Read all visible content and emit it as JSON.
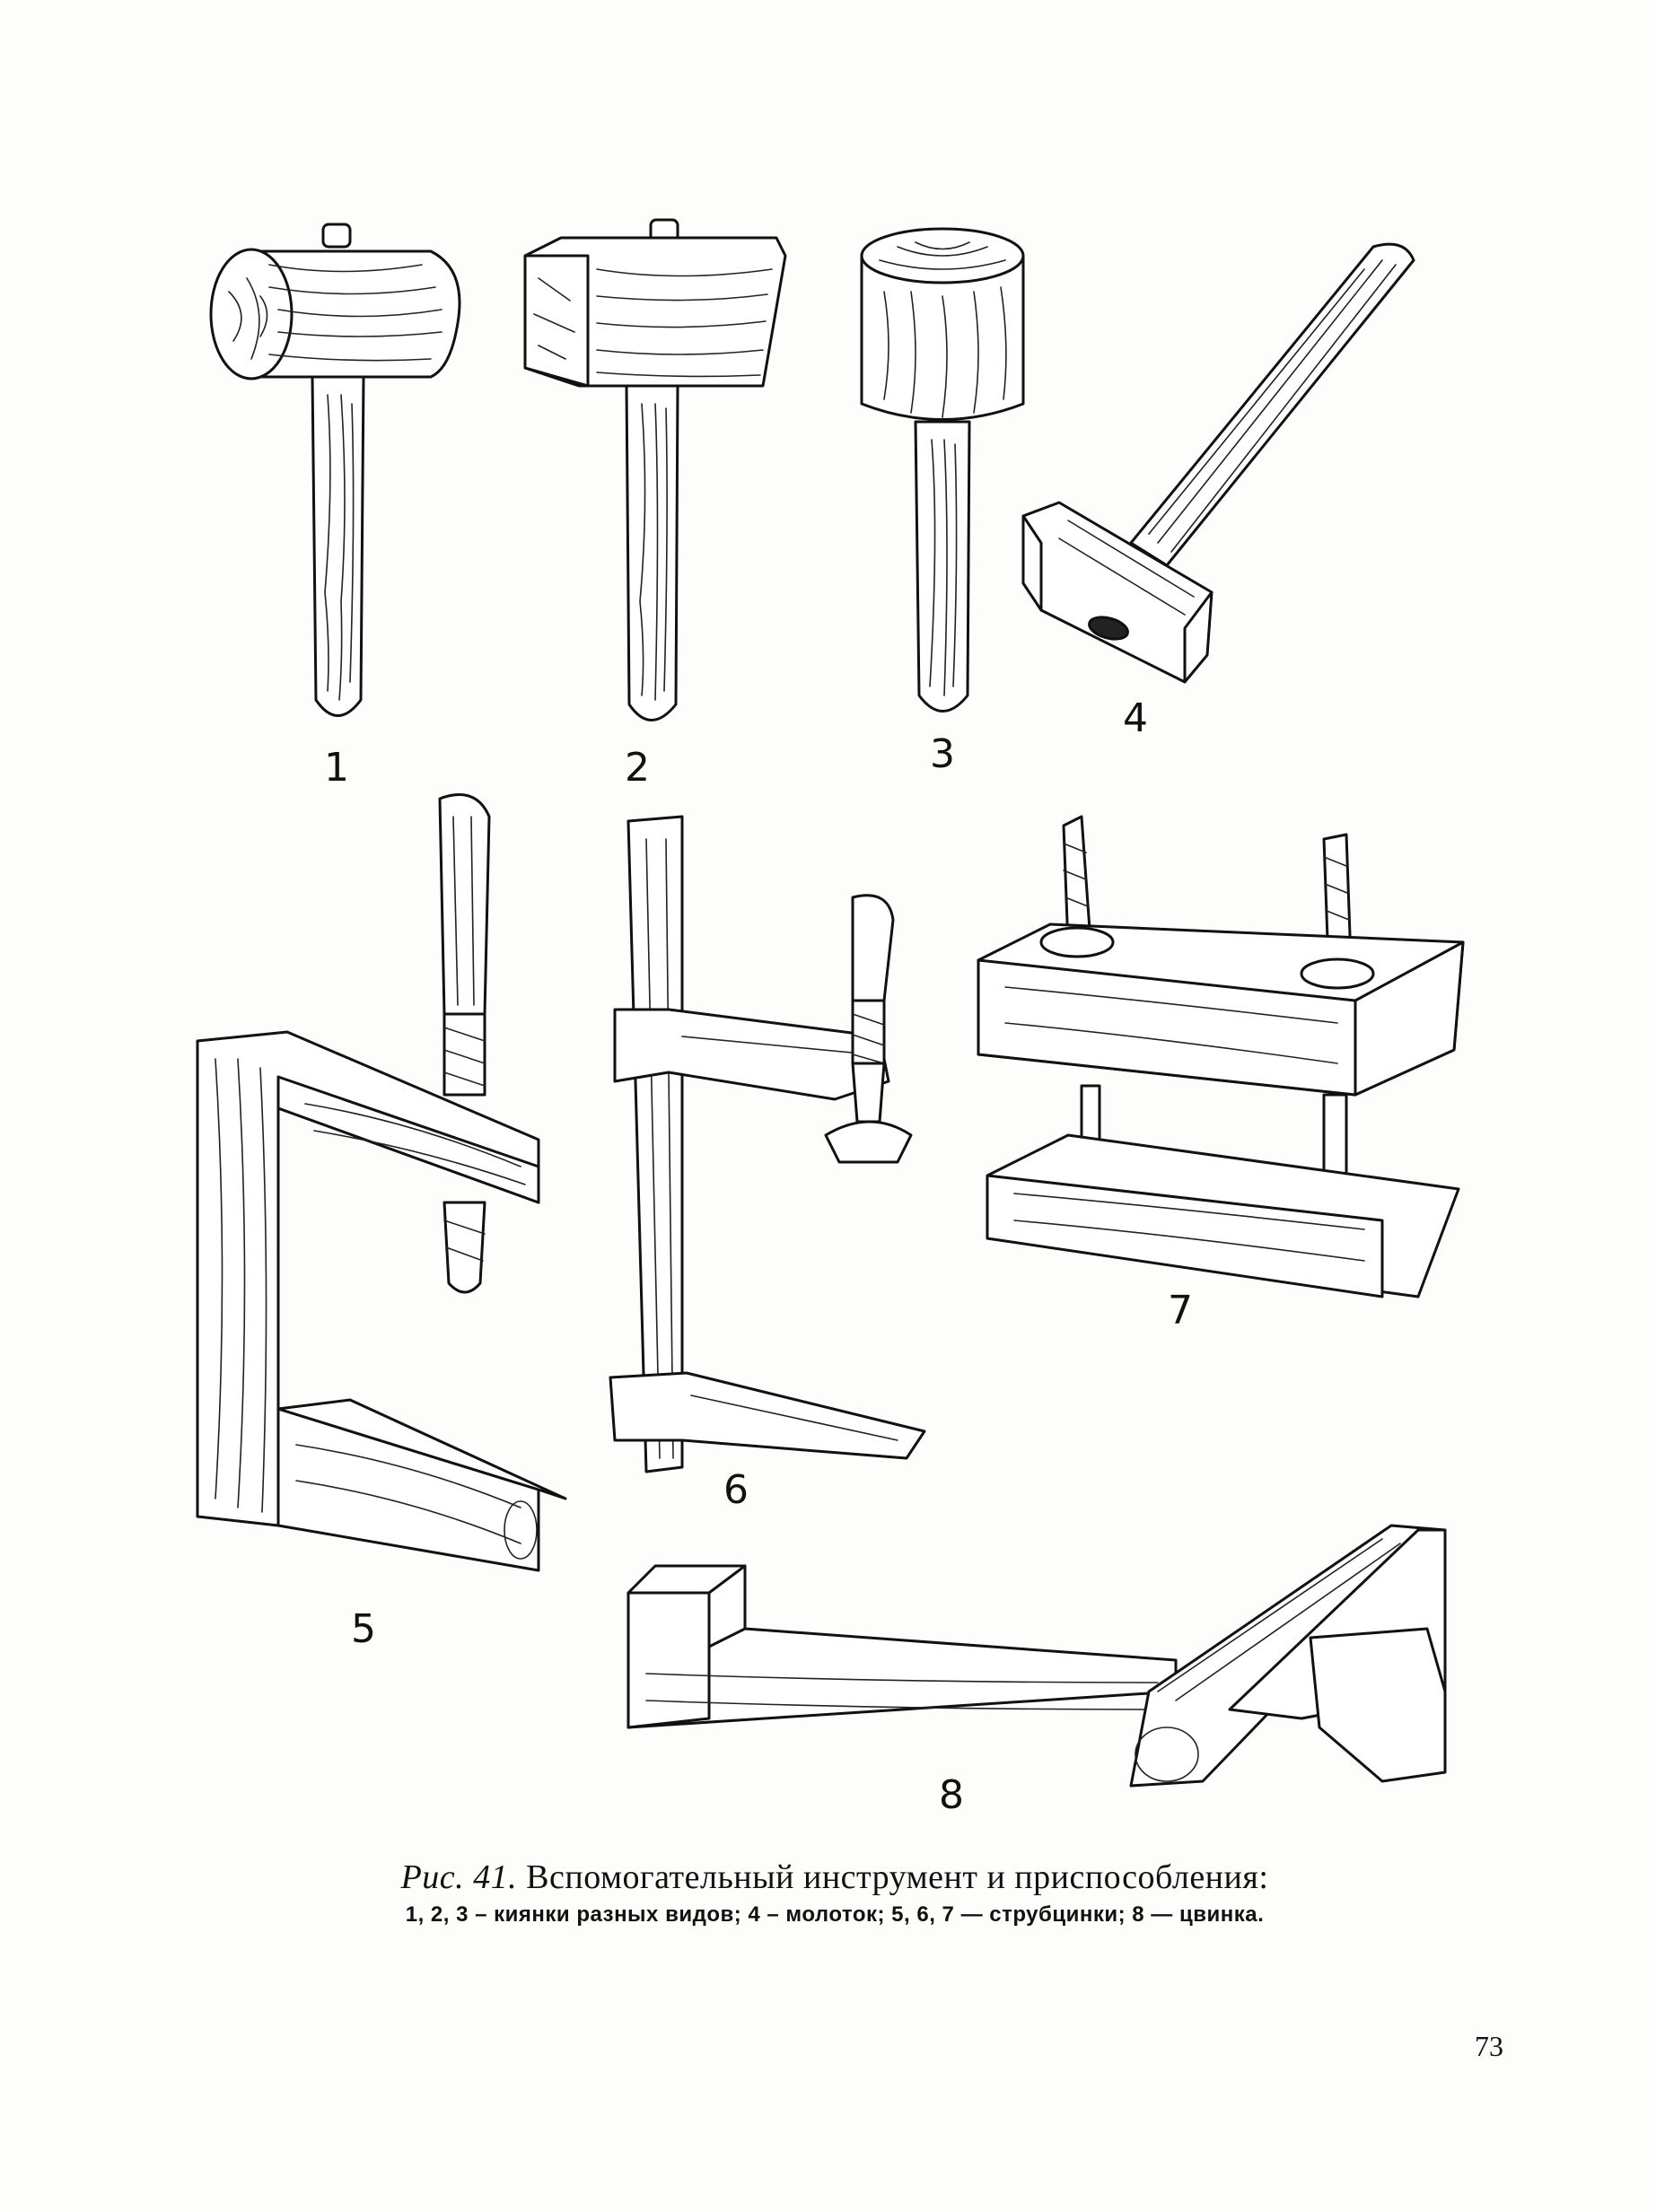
{
  "figures": [
    {
      "id": "1",
      "label": "1",
      "name": "mallet-round"
    },
    {
      "id": "2",
      "label": "2",
      "name": "mallet-wedge"
    },
    {
      "id": "3",
      "label": "3",
      "name": "mallet-cylinder"
    },
    {
      "id": "4",
      "label": "4",
      "name": "hammer"
    },
    {
      "id": "5",
      "label": "5",
      "name": "wooden-clamp"
    },
    {
      "id": "6",
      "label": "6",
      "name": "bar-clamp"
    },
    {
      "id": "7",
      "label": "7",
      "name": "screw-press-clamp"
    },
    {
      "id": "8",
      "label": "8",
      "name": "wedge-clamp"
    }
  ],
  "caption": {
    "prefix": "Рис. 41.",
    "title": "Вспомогательный инструмент и приспособления:",
    "legend": "1, 2, 3 – киянки разных видов; 4 – молоток; 5, 6, 7 — струбцинки; 8 — цвинка."
  },
  "page_number": "73"
}
